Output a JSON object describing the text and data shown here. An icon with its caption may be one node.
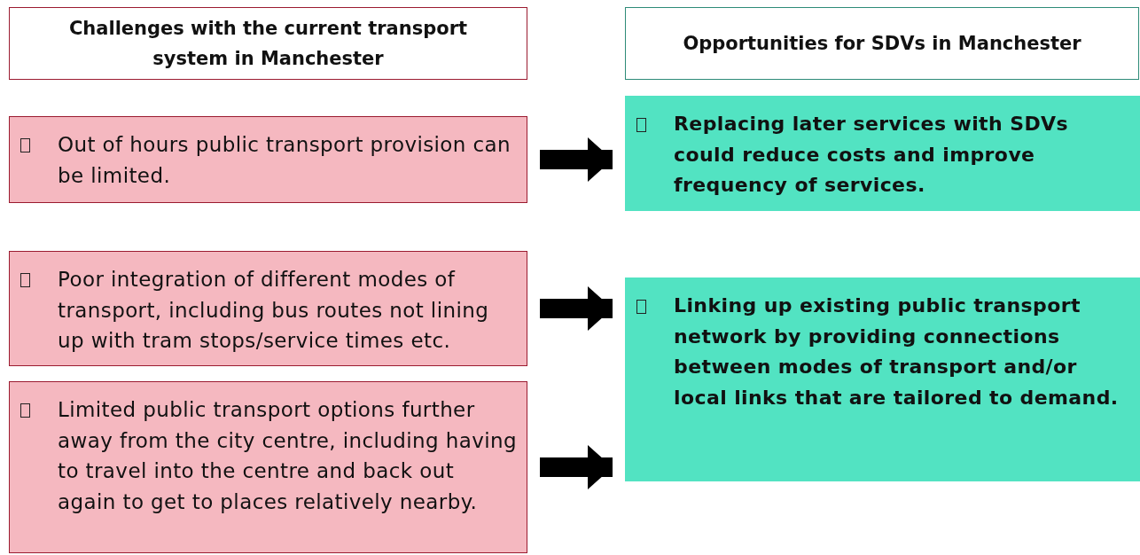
{
  "diagram": {
    "nodes": [
      {
        "text": [
          "Challenges with the current transport system in Manchester"
        ]
      },
      {
        "text": [
          "Opportunities for SDVs in Manchester"
        ]
      },
      {
        "text": [
          "Out of hours public transport provision can be limited."
        ]
      },
      {
        "text": [
          "Poor integration of different modes of transport, including bus routes not lining up with tram stops/service times etc."
        ]
      },
      {
        "text": [
          "Limited public transport options further away from the city centre, including having to travel into the centre and back out again to get to places relatively nearby."
        ]
      },
      {
        "text": [
          "Replacing later services with SDVs could reduce costs and improve frequency of services."
        ]
      },
      {
        "text": [
          "Linking up existing public transport network by providing connections between modes of transport and/or local links that are tailored to demand."
        ]
      }
    ],
    "edges": [
      {
        "from": 2,
        "to": 5,
        "arrow": "to"
      },
      {
        "from": 3,
        "to": 6,
        "arrow": "to"
      },
      {
        "from": 4,
        "to": 6,
        "arrow": "to"
      }
    ]
  }
}
